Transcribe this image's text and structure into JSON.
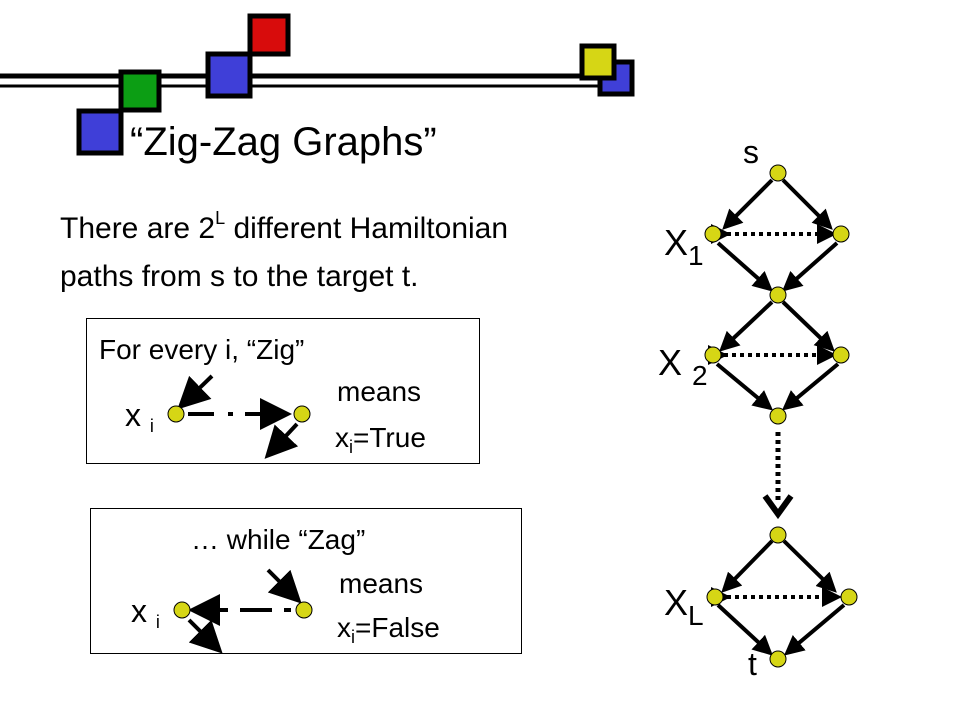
{
  "slide": {
    "title": "“Zig-Zag Graphs”",
    "intro": {
      "pre": "There are 2",
      "sup": "L",
      "post": " different Hamiltonian",
      "line2": "paths from s to the target t."
    },
    "zig_box": {
      "heading": "For every i, “Zig”",
      "var_main": "x",
      "var_sub": "i",
      "means": "means",
      "result_main": "x",
      "result_sub": "i",
      "result_value": "=True"
    },
    "zag_box": {
      "heading": "… while “Zag”",
      "var_main": "x",
      "var_sub": "i",
      "means": "means",
      "result_main": "x",
      "result_sub": "i",
      "result_value": "=False"
    }
  },
  "graph": {
    "source_label": "s",
    "target_label": "t",
    "gadgets": [
      {
        "main": "X",
        "sub": "1"
      },
      {
        "main": "X",
        "sub": "2"
      },
      {
        "main": "X",
        "sub": "L"
      }
    ]
  },
  "colors": {
    "node_fill": "#d6d615",
    "square_blue": "#3f3fd8",
    "square_green": "#0c9e14",
    "square_red": "#d80c0c",
    "square_yellow": "#d6d615"
  }
}
